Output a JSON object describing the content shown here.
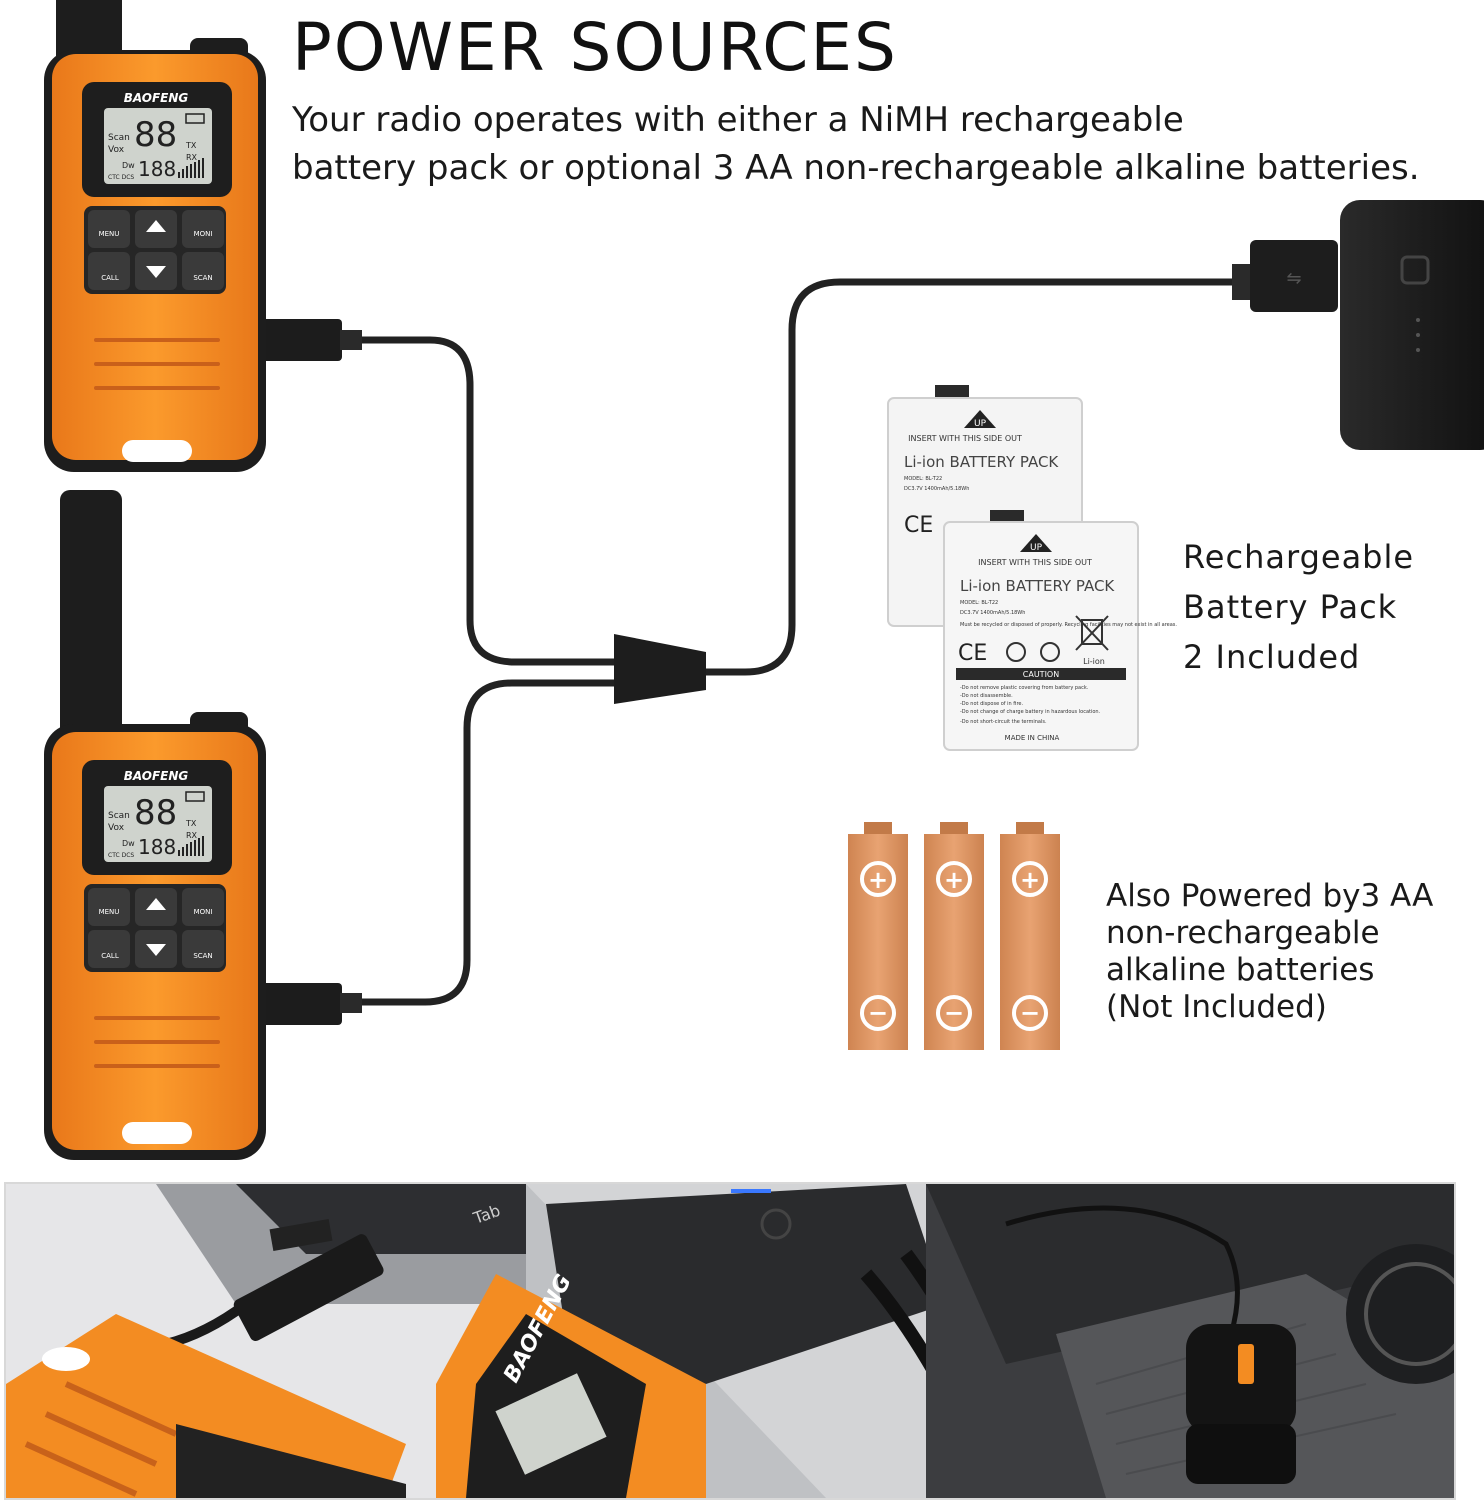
{
  "header": {
    "title": "POWER SOURCES",
    "subtitle_line1": "Your radio operates with either a NiMH rechargeable",
    "subtitle_line2": "battery pack or optional 3 AA non-rechargeable alkaline batteries."
  },
  "radios": [
    {
      "brand": "BAOFENG",
      "lcd": {
        "scan": "Scan",
        "vox": "Vox",
        "dw": "Dw",
        "ctc_dcs": "CTC DCS",
        "channel": "88",
        "sub": "188",
        "tx": "TX",
        "rx": "RX"
      },
      "keys": {
        "menu": "MENU",
        "moni": "MONI",
        "call": "CALL",
        "scan": "SCAN"
      }
    },
    {
      "brand": "BAOFENG",
      "lcd": {
        "scan": "Scan",
        "vox": "Vox",
        "dw": "Dw",
        "ctc_dcs": "CTC DCS",
        "channel": "88",
        "sub": "188",
        "tx": "TX",
        "rx": "RX"
      },
      "keys": {
        "menu": "MENU",
        "moni": "MONI",
        "call": "CALL",
        "scan": "SCAN"
      }
    }
  ],
  "battery_pack": {
    "up": "UP",
    "insert": "INSERT WITH THIS SIDE OUT",
    "name": "Li-ion BATTERY PACK",
    "model": "MODEL: BL-T22",
    "rating": "DC3.7V 1400mAh/5.18Wh",
    "recycle": "Must be recycled or disposed of properly. Recycling facilities may not exist in all areas.",
    "ce": "CE",
    "liion": "Li-ion",
    "caution": "CAUTION",
    "warn1": "-Do not remove plastic covering from battery pack.",
    "warn2": "-Do not disassemble.",
    "warn3": "-Do not dispose of in fire.",
    "warn4": "-Do not change of charge battery in hazardous location.",
    "warn5": "-Do not short-circuit the terminals.",
    "made": "MADE IN CHINA"
  },
  "labels": {
    "pack_line1": "Rechargeable",
    "pack_line2": "Battery Pack",
    "pack_line3": "2 Included",
    "aa_line1": "Also Powered by3 AA",
    "aa_line2": "non-rechargeable",
    "aa_line3": "alkaline batteries",
    "aa_line4": "(Not Included)"
  },
  "aa_batteries": {
    "count": 3,
    "plus": "+",
    "minus": "−"
  },
  "photos": {
    "brand": "BAOFENG",
    "key_tab": "Tab"
  },
  "colors": {
    "orange": "#f7901e",
    "dark": "#1e1e1e",
    "battery_copper": "#d9925f",
    "cable": "#222222"
  }
}
